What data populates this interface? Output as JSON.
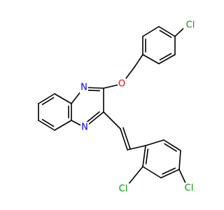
{
  "structure": {
    "atoms": [
      {
        "id": "Cl1",
        "label": "Cl",
        "color": "#00a000"
      },
      {
        "id": "O1",
        "label": "O",
        "color": "#ff0000"
      },
      {
        "id": "N1",
        "label": "N",
        "color": "#0000ff"
      },
      {
        "id": "N2",
        "label": "N",
        "color": "#0000ff"
      },
      {
        "id": "Cl2",
        "label": "Cl",
        "color": "#00a000"
      },
      {
        "id": "Cl3",
        "label": "Cl",
        "color": "#00a000"
      }
    ],
    "bond_color": "#000000"
  }
}
